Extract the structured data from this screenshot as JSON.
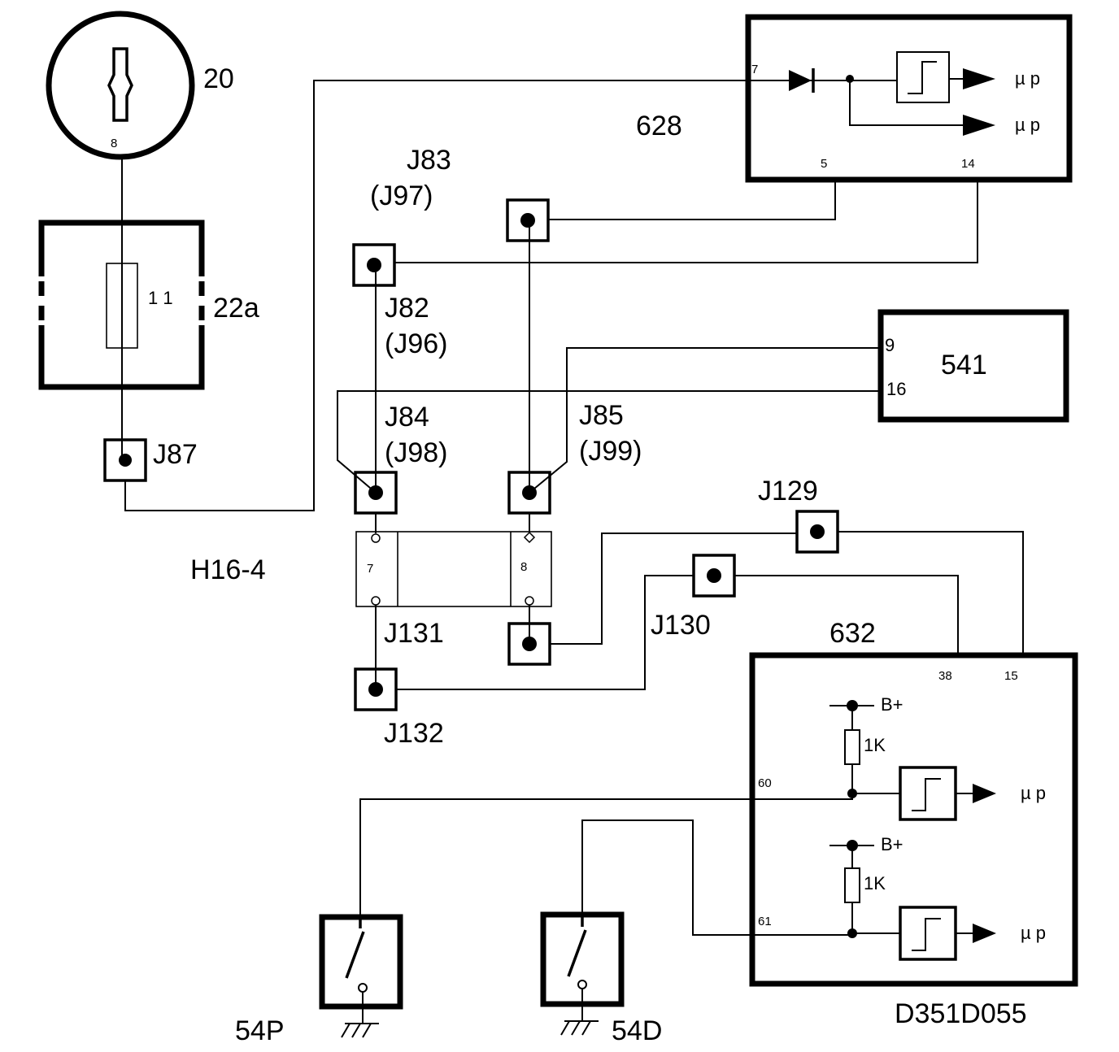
{
  "diagram": {
    "code": "D351D055",
    "components": {
      "c20": {
        "label": "20",
        "pin": "8"
      },
      "c22a": {
        "label": "22a",
        "value": "1 1"
      },
      "c628": {
        "label": "628",
        "pin_in": "7",
        "pin_a": "5",
        "pin_b": "14",
        "out1": "µ p",
        "out2": "µ p"
      },
      "c541": {
        "label": "541",
        "pin_a": "9",
        "pin_b": "16"
      },
      "c632": {
        "label": "632",
        "pin_38": "38",
        "pin_15": "15",
        "pin_60": "60",
        "pin_61": "61",
        "bplus1": "B+",
        "bplus2": "B+",
        "res1": "1K",
        "res2": "1K",
        "out1": "µ p",
        "out2": "µ p"
      },
      "h16": {
        "label": "H16-4",
        "pin_a": "7",
        "pin_b": "8"
      },
      "s54p": {
        "label": "54P"
      },
      "s54d": {
        "label": "54D"
      }
    },
    "junctions": {
      "j87": "J87",
      "j83": "J83",
      "j97": "(J97)",
      "j82": "J82",
      "j96": "(J96)",
      "j84": "J84",
      "j98": "(J98)",
      "j85": "J85",
      "j99": "(J99)",
      "j129": "J129",
      "j130": "J130",
      "j131": "J131",
      "j132": "J132"
    }
  }
}
